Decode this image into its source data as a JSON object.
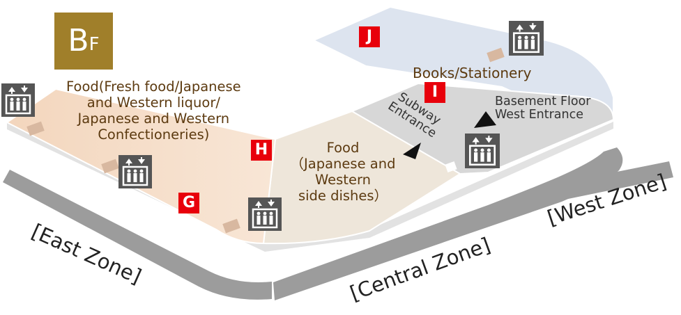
{
  "floor": {
    "badge_main": "B",
    "badge_sub": "F",
    "badge_color": "#a07f2a"
  },
  "markers": {
    "g": "G",
    "h": "H",
    "i": "I",
    "j": "J",
    "color": "#e8000b"
  },
  "areas": {
    "food_fresh": "Food(Fresh food/Japanese\nand Western liquor/\nJapanese and Western\nConfectioneries)",
    "food_side_dishes": "Food\n（Japanese and\nWestern\nside dishes）",
    "books": "Books/Stationery"
  },
  "entrances": {
    "subway": "Subway\nEntrance",
    "basement_west": "Basement Floor\nWest Entrance"
  },
  "zones": {
    "east": "[East Zone]",
    "central": "[Central Zone]",
    "west": "[West Zone]"
  },
  "icons": {
    "elevator": "elevator-icon",
    "arrow": "entrance-arrow-icon"
  },
  "colors": {
    "food_area": "#f6dfcb",
    "side_dish_area": "#eee6da",
    "books_area": "#dde4ef",
    "corridor": "#d7d7d7",
    "zone_band": "#9c9c9c",
    "label_text": "#5c3a10"
  }
}
